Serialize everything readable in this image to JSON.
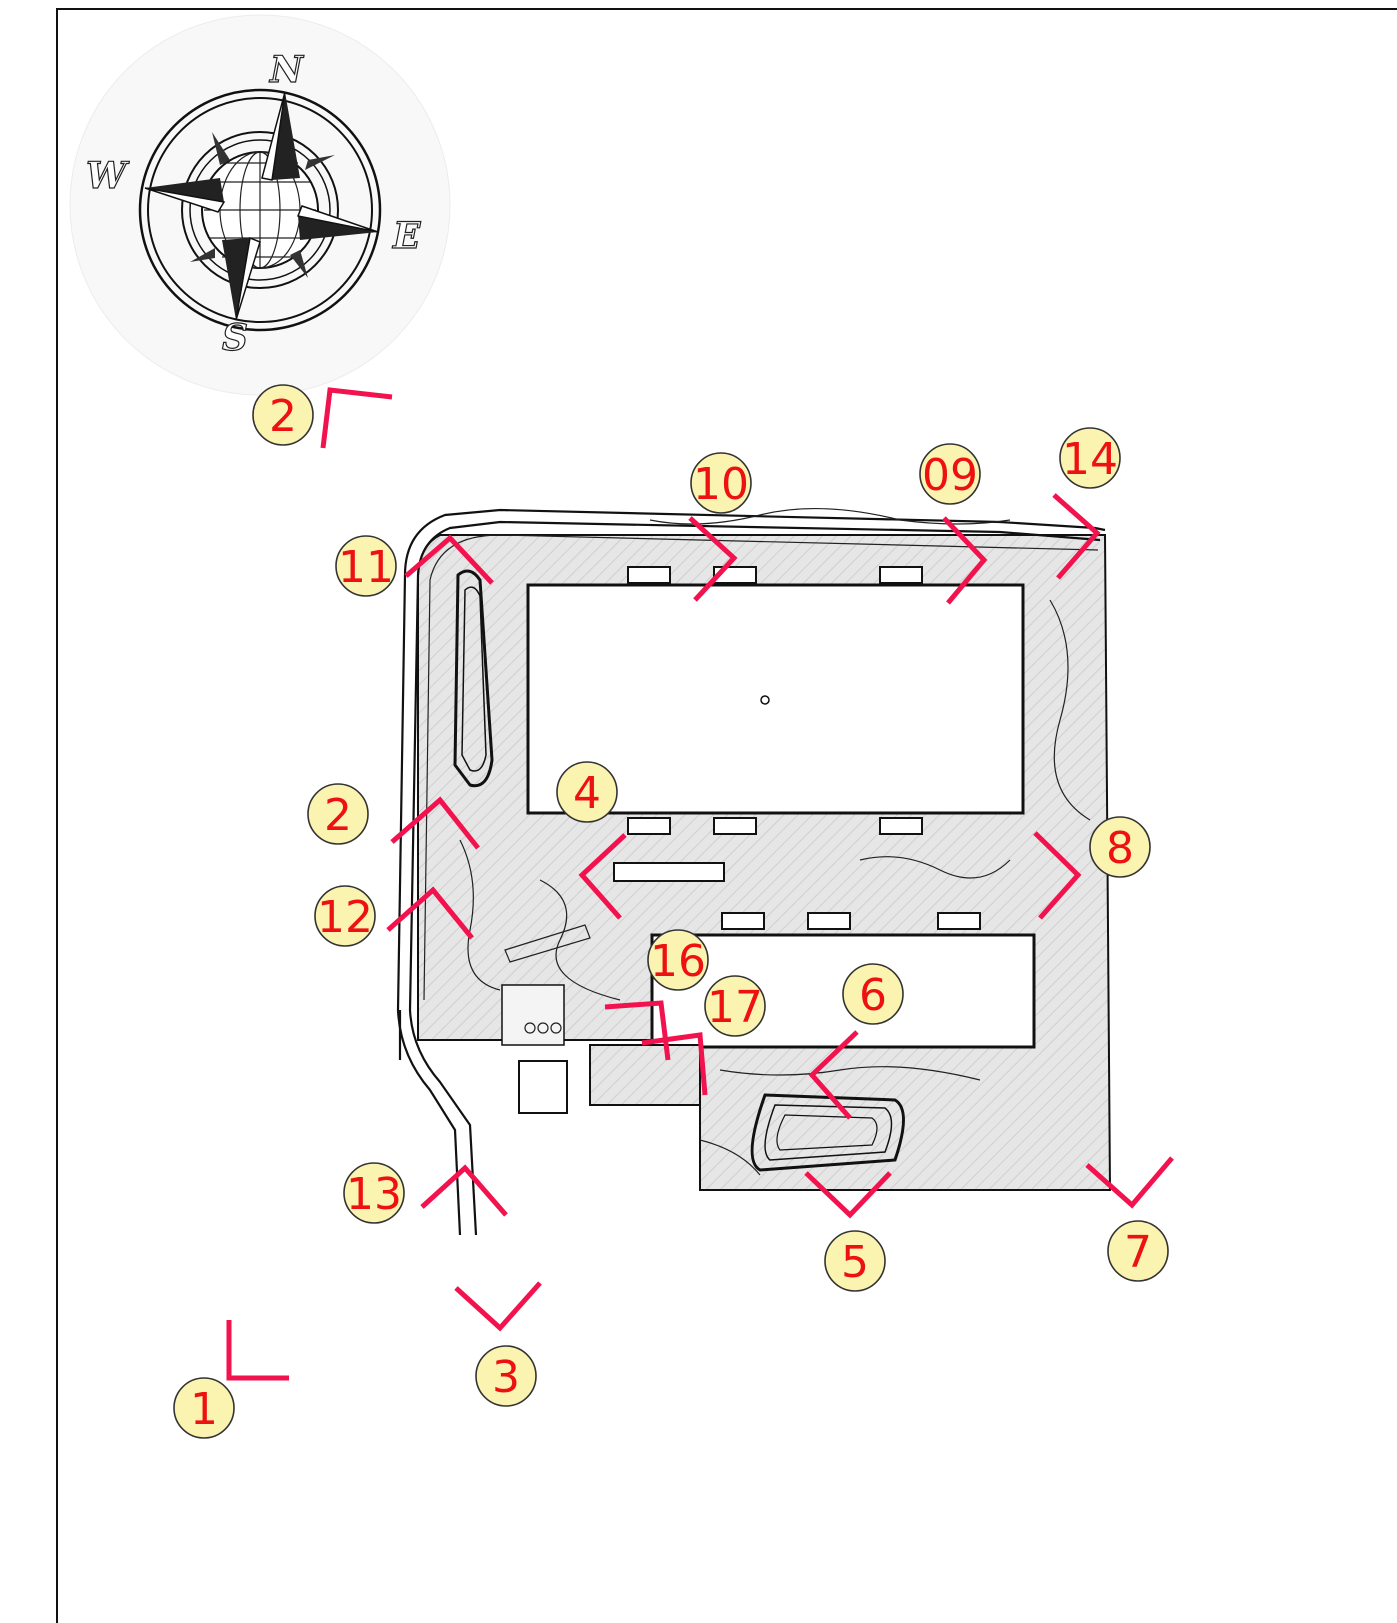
{
  "colors": {
    "marker_fill": "#fbf3b0",
    "marker_text": "#ee1111",
    "view_arrow": "#f2124e",
    "site_fill": "#e4e4e4",
    "line": "#111111"
  },
  "compass": {
    "icon": "compass-rose-icon",
    "north": "N",
    "south": "S",
    "east": "E",
    "west": "W"
  },
  "markers": [
    {
      "id": "m1",
      "label": "1"
    },
    {
      "id": "m2a",
      "label": "2"
    },
    {
      "id": "m2b",
      "label": "2"
    },
    {
      "id": "m3",
      "label": "3"
    },
    {
      "id": "m4",
      "label": "4"
    },
    {
      "id": "m5",
      "label": "5"
    },
    {
      "id": "m6",
      "label": "6"
    },
    {
      "id": "m7",
      "label": "7"
    },
    {
      "id": "m8",
      "label": "8"
    },
    {
      "id": "m09",
      "label": "09"
    },
    {
      "id": "m10",
      "label": "10"
    },
    {
      "id": "m11",
      "label": "11"
    },
    {
      "id": "m12",
      "label": "12"
    },
    {
      "id": "m13",
      "label": "13"
    },
    {
      "id": "m14",
      "label": "14"
    },
    {
      "id": "m16",
      "label": "16"
    },
    {
      "id": "m17",
      "label": "17"
    }
  ]
}
